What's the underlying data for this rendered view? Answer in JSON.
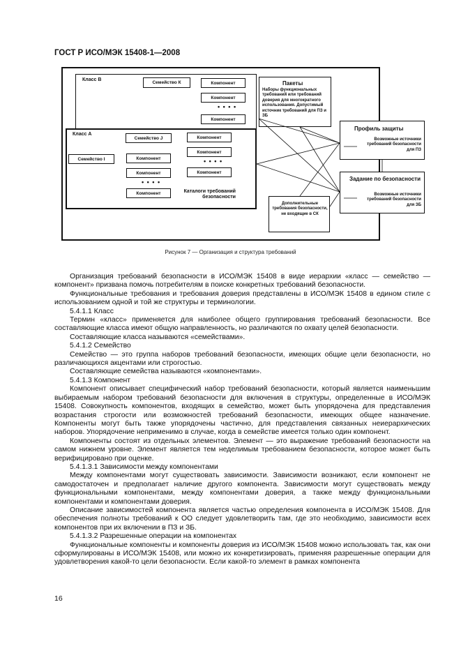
{
  "header": {
    "title": "ГОСТ Р ИСО/МЭК 15408-1—2008"
  },
  "figure": {
    "class_b": "Класс B",
    "class_a": "Класс А",
    "family_k": "Семейство К",
    "family_j": "Семейство J",
    "family_i": "Семейство I",
    "component": "Компонент",
    "dots": "• • • •",
    "catalog": "Каталоги требований безопасности",
    "packages_title": "Пакеты",
    "packages_text": "Наборы функциональных требований или требований доверия для многократного использования. Допустимый источник требований для ПЗ и ЗБ",
    "pp_title": "Профиль защиты",
    "pp_text": "Возможные источники требований безопасности для ПЗ",
    "st_title": "Задание по безопасности",
    "st_text": "Возможные источники требований безопасности для ЗБ",
    "extra_text": "Дополнительные требования безопасности, не входящие в СК",
    "caption": "Рисунок 7 — Организация и структура требований"
  },
  "body": {
    "p1": "Организация требований безопасности в ИСО/МЭК 15408 в виде иерархии «класс — семейство — компонент» призвана помочь потребителям в поиске конкретных требований безопасности.",
    "p2": "Функциональные требования и требования доверия представлены в ИСО/МЭК 15408 в едином стиле с использованием одной и той же структуры и терминологии.",
    "h1": "5.4.1.1 Класс",
    "p3": "Термин «класс» применяется для наиболее общего группирования требований безопасности. Все составляющие класса имеют общую направленность, но различаются по охвату целей безопасности.",
    "p4": "Составляющие класса называются «семействами».",
    "h2": "5.4.1.2 Семейство",
    "p5": "Семейство — это группа наборов требований безопасности, имеющих общие цели безопасности, но различающихся акцентами или строгостью.",
    "p6": "Составляющие семейства называются «компонентами».",
    "h3": "5.4.1.3 Компонент",
    "p7": "Компонент описывает специфический набор требований безопасности, который является наименьшим выбираемым набором требований безопасности для включения в структуры, определенные в ИСО/МЭК 15408. Совокупность компонентов, входящих в семейство, может быть упорядочена для представления возрастания строгости или возможностей требований безопасности, имеющих общее назначение. Компоненты могут быть также упорядочены частично, для представления связанных неиерархических наборов. Упорядочение неприменимо в случае, когда в семействе имеется только один компонент.",
    "p8": "Компоненты состоят из отдельных элементов. Элемент — это выражение требований безопасности на самом нижнем уровне. Элемент является тем неделимым требованием безопасности, которое может быть верифицировано при оценке.",
    "h4": "5.4.1.3.1 Зависимости между компонентами",
    "p9": "Между компонентами могут существовать зависимости. Зависимости возникают, если компонент не самодостаточен и предполагает наличие другого компонента. Зависимости могут существовать между функциональными компонентами, между компонентами доверия, а также между функциональными компонентами и компонентами доверия.",
    "p10": "Описание зависимостей компонента является частью определения компонента в ИСО/МЭК 15408. Для обеспечения полноты требований к ОО следует удовлетворить там, где это необходимо, зависимости всех компонентов при их включении в ПЗ и ЗБ.",
    "h5": "5.4.1.3.2 Разрешенные операции на компонентах",
    "p11": "Функциональные компоненты и компоненты доверия из ИСО/МЭК 15408 можно использовать так, как они сформулированы в ИСО/МЭК 15408, или можно их конкретизировать, применяя разрешенные операции для удовлетворения какой-то цели безопасности. Если какой-то элемент в рамках компонента"
  },
  "footer": {
    "page": "16"
  }
}
